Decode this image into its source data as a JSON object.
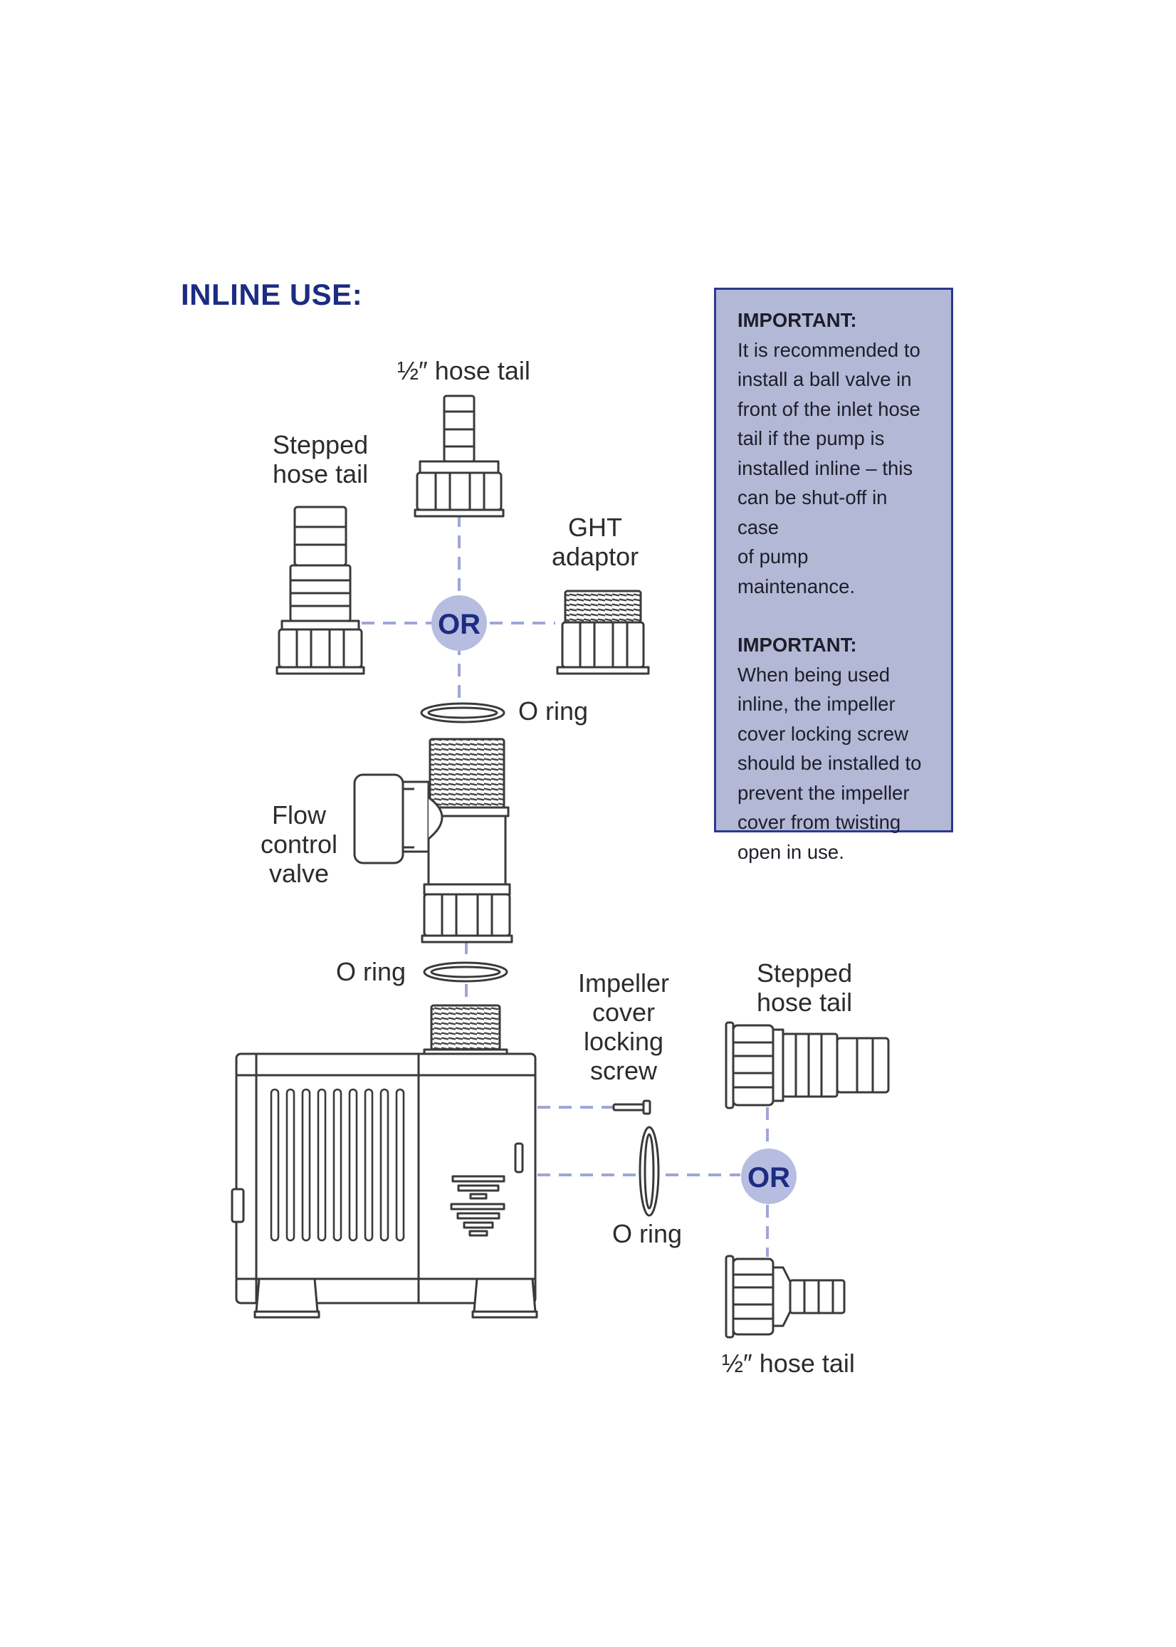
{
  "heading": "INLINE USE:",
  "colors": {
    "heading": "#1c2c82",
    "box_fill": "#b3b8d6",
    "box_border": "#2b3a8c",
    "or_circle": "#b7bde0",
    "or_text": "#1c2c82",
    "dashed_line": "#9ea6d8",
    "line_art": "#3a3a3a"
  },
  "important_box": {
    "sections": [
      {
        "title": "IMPORTANT:",
        "lines": [
          "It is recommended to",
          "install a ball valve in",
          "front of the inlet hose",
          "tail if the pump is",
          "installed inline – this",
          "can be shut-off in case",
          "of pump maintenance."
        ]
      },
      {
        "title": "IMPORTANT:",
        "lines": [
          "When being used",
          "inline, the impeller",
          "cover locking screw",
          "should be installed to",
          "prevent the impeller",
          "cover from twisting",
          "open in use."
        ]
      }
    ]
  },
  "labels": {
    "half_hose_tail_top": "½″ hose tail",
    "stepped_hose_tail_top": [
      "Stepped",
      "hose tail"
    ],
    "ght_adaptor": [
      "GHT",
      "adaptor"
    ],
    "or_top": "OR",
    "o_ring_top": "O ring",
    "flow_control_valve": [
      "Flow",
      "control",
      "valve"
    ],
    "o_ring_middle": "O ring",
    "impeller_cover_locking_screw": [
      "Impeller",
      "cover",
      "locking",
      "screw"
    ],
    "stepped_hose_tail_right": [
      "Stepped",
      "hose tail"
    ],
    "or_bottom": "OR",
    "o_ring_bottom": "O ring",
    "half_hose_tail_bottom": "½″ hose tail"
  },
  "icons": [
    "half-hose-tail-icon",
    "stepped-hose-tail-icon",
    "ght-adaptor-icon",
    "o-ring-icon",
    "flow-control-valve-icon",
    "pump-body-icon",
    "locking-screw-icon"
  ]
}
